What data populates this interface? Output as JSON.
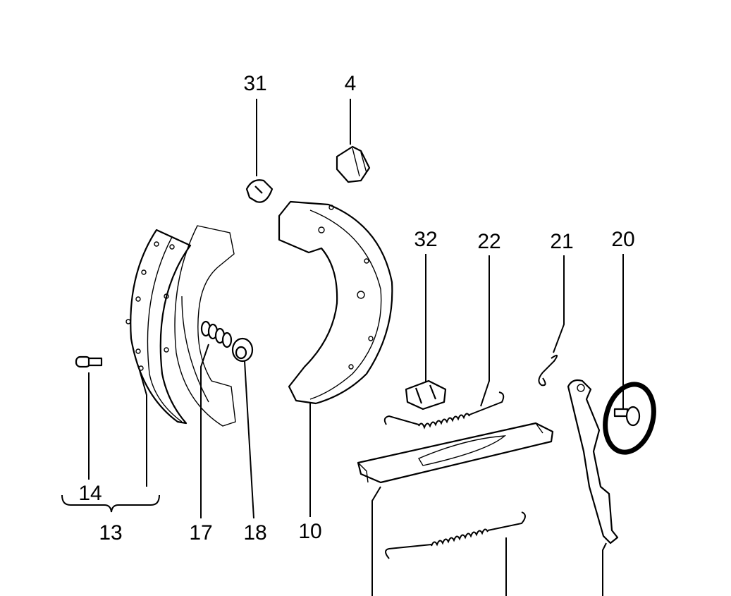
{
  "diagram": {
    "callouts": [
      {
        "id": "31",
        "label": "31"
      },
      {
        "id": "4",
        "label": "4"
      },
      {
        "id": "32",
        "label": "32"
      },
      {
        "id": "22",
        "label": "22"
      },
      {
        "id": "21",
        "label": "21"
      },
      {
        "id": "20",
        "label": "20"
      },
      {
        "id": "14",
        "label": "14"
      },
      {
        "id": "13",
        "label": "13"
      },
      {
        "id": "17",
        "label": "17"
      },
      {
        "id": "18",
        "label": "18"
      },
      {
        "id": "10",
        "label": "10"
      }
    ],
    "highlighted_part": "20",
    "highlight_color": "#000000"
  }
}
